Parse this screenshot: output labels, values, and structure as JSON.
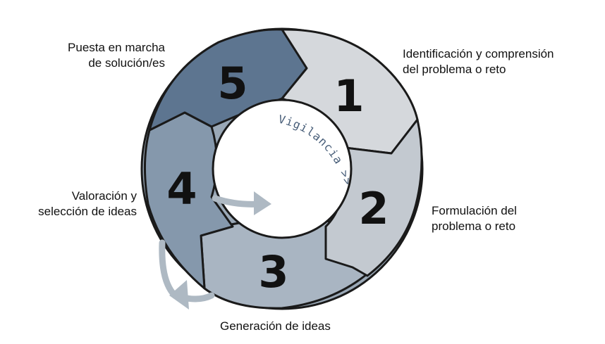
{
  "steps": [
    {
      "number": "1",
      "label_lines": [
        "Identificación y comprensión",
        "del problema o reto"
      ],
      "color": "#d5d8dc"
    },
    {
      "number": "2",
      "label_lines": [
        "Formulación del",
        "problema o reto"
      ],
      "color": "#c3c9d0"
    },
    {
      "number": "3",
      "label_lines": [
        "Generación de ideas"
      ],
      "color": "#a9b5c2"
    },
    {
      "number": "4",
      "label_lines": [
        "Valoración y",
        "selección de ideas"
      ],
      "color": "#8598ac"
    },
    {
      "number": "5",
      "label_lines": [
        "Puesta en marcha",
        "de solución/es"
      ],
      "color": "#5d7590"
    }
  ],
  "center_text": "Vigilancia >>>",
  "colors": {
    "outline": "#1a1a1a",
    "loop_arrow": "#aeb9c3",
    "center_text": "#475d78"
  }
}
